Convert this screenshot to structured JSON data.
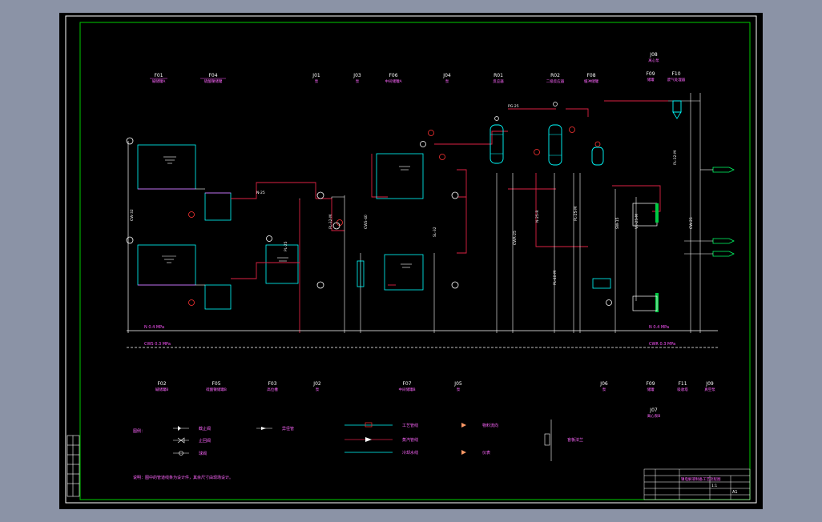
{
  "viewer": {
    "background": "#8b93a6",
    "canvas_color": "#000000",
    "frame_color": "#00cc00"
  },
  "equipment_top": [
    {
      "tag": "F01",
      "name": "碱储罐A"
    },
    {
      "tag": "F04",
      "name": "硫酸镍储罐"
    },
    {
      "tag": "J01",
      "name": "泵"
    },
    {
      "tag": "J03",
      "name": "泵"
    },
    {
      "tag": "F06",
      "name": "中间储罐A"
    },
    {
      "tag": "J04",
      "name": "泵"
    },
    {
      "tag": "R01",
      "name": "反应器"
    },
    {
      "tag": "R02",
      "name": "二级反应器"
    },
    {
      "tag": "F08",
      "name": "缓冲储罐"
    },
    {
      "tag": "J08",
      "name": "离心泵"
    },
    {
      "tag": "F09",
      "name": "储罐"
    },
    {
      "tag": "F10",
      "name": "废气处理器"
    }
  ],
  "equipment_bottom": [
    {
      "tag": "F02",
      "name": "碱储罐B"
    },
    {
      "tag": "F05",
      "name": "硫酸镍储罐B"
    },
    {
      "tag": "F03",
      "name": "高位槽"
    },
    {
      "tag": "J02",
      "name": "泵"
    },
    {
      "tag": "F07",
      "name": "中间储罐B"
    },
    {
      "tag": "J05",
      "name": "泵"
    },
    {
      "tag": "J06",
      "name": "泵"
    },
    {
      "tag": "F09",
      "name": "储罐"
    },
    {
      "tag": "F11",
      "name": "吸收塔"
    },
    {
      "tag": "J09",
      "name": "真空泵"
    },
    {
      "tag": "J07",
      "name": "离心泵B"
    }
  ],
  "line_labels": [
    "CW-32",
    "PL-25",
    "PL-32-M",
    "CWS-40",
    "SL-32",
    "CWR-25",
    "N-25-R",
    "PL-40-M",
    "PL-25-M",
    "SW-15",
    "VE-25-M",
    "PL-32-M",
    "CW-25",
    "N-25",
    "PG-25"
  ],
  "header_line_left": "N 0.4 MPa",
  "header_line_right": "N 0.4 MPa",
  "header_line_2": "CWS 0.3 MPa",
  "header_line_2_right": "CWR 0.3 MPa",
  "legend": {
    "title": "图例：",
    "items": [
      {
        "symbol": "gate-valve",
        "label": "截止阀"
      },
      {
        "symbol": "check-valve",
        "label": "止回阀"
      },
      {
        "symbol": "ball-valve",
        "label": "球阀"
      },
      {
        "symbol": "reducer",
        "label": "异径管"
      },
      {
        "symbol": "process-line",
        "label": "工艺管线"
      },
      {
        "symbol": "steam-line",
        "label": "蒸汽管线"
      },
      {
        "symbol": "water-line",
        "label": "冷却水线"
      },
      {
        "symbol": "flow-arrow",
        "label": "物料流向"
      },
      {
        "symbol": "instrument",
        "label": "仪表"
      },
      {
        "symbol": "flange",
        "label": "盲板法兰"
      }
    ],
    "note": "说明：图中的管道线条为设计件，其余尺寸由现场设计。"
  },
  "title_block": {
    "drawing_title": "镍电解液制备工艺流程图",
    "scale": "1:1",
    "sheet": "A1"
  }
}
